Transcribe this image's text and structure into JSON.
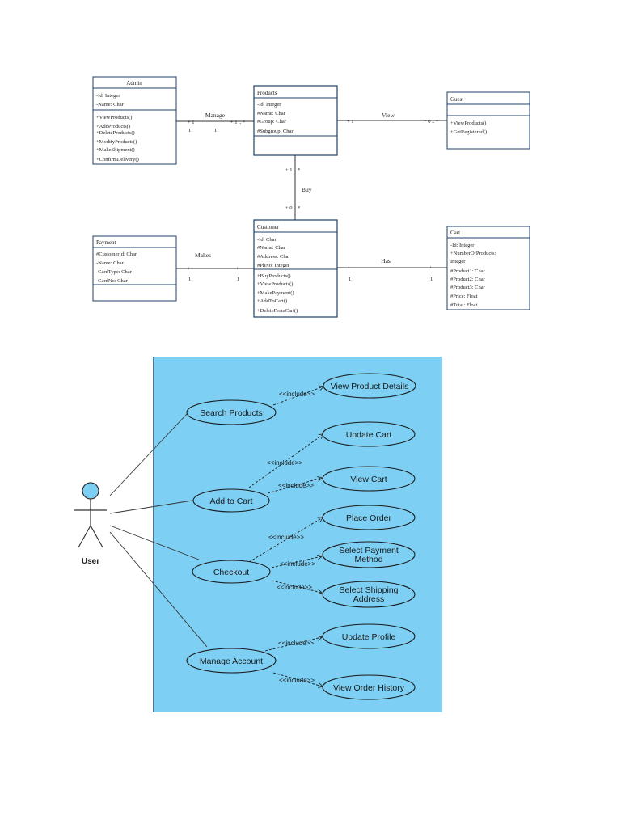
{
  "class_diagram": {
    "classes": {
      "admin": {
        "name": "Admin",
        "attributes": [
          "-Id: Integer",
          "-Name: Char"
        ],
        "methods": [
          "+ViewProducts()",
          "+AddProducts()",
          "+DeleteProducts()",
          "+ModifyProducts()",
          "+MakeShipment()",
          "+ConfirmDelivery()"
        ]
      },
      "products": {
        "name": "Products",
        "attributes": [
          "-Id: Integer",
          "#Name: Char",
          "#Group: Char",
          "#Subgroup: Char"
        ],
        "methods": []
      },
      "guest": {
        "name": "Guest",
        "attributes": [],
        "methods": [
          "+ViewProducts()",
          "+GetRegistered()"
        ]
      },
      "payment": {
        "name": "Payment",
        "attributes": [
          "#CustomerId: Char",
          "-Name: Char",
          "-CardType: Char",
          "-CardNo: Char"
        ],
        "methods": []
      },
      "customer": {
        "name": "Customer",
        "attributes": [
          "-Id: Char",
          "#Name: Char",
          "#Address: Char",
          "#PhNo: Integer"
        ],
        "methods": [
          "+BuyProducts()",
          "+ViewProducts()",
          "+MakePayment()",
          "+AddToCart()",
          "+DeleteFromCart()"
        ]
      },
      "cart": {
        "name": "Cart",
        "attributes": [
          "-Id: Integer",
          "+NumberOfProducts:",
          "Integer",
          "#Product1: Char",
          "#Product2: Char",
          "#Product3: Char",
          "#Price: Float",
          "#Total: Float"
        ],
        "methods": []
      }
    },
    "associations": {
      "manage": {
        "label": "Manage",
        "m1": "+ 1",
        "m1b": "1",
        "m2": "+ 1 .. *",
        "m2b": "1"
      },
      "view": {
        "label": "View",
        "m1": "+ 1",
        "m2": "+ 0 .. *"
      },
      "buy": {
        "label": "Buy",
        "m1": "+ 1 .. *",
        "m2": "+ 0 .. *"
      },
      "makes": {
        "label": "Makes",
        "m1": "+",
        "m1b": "1",
        "m2": "+",
        "m2b": "1"
      },
      "has": {
        "label": "Has",
        "m1": "+",
        "m1b": "1",
        "m2": "+",
        "m2b": "1"
      }
    }
  },
  "use_case_diagram": {
    "actor": "User",
    "include_label": "<<include>>",
    "use_cases": {
      "search_products": "Search Products",
      "view_product_details": "View Product Details",
      "add_to_cart": "Add to Cart",
      "update_cart": "Update Cart",
      "view_cart": "View Cart",
      "checkout": "Checkout",
      "place_order": "Place Order",
      "select_payment_1": "Select Payment",
      "select_payment_2": "Method",
      "select_shipping_1": "Select Shipping",
      "select_shipping_2": "Address",
      "manage_account": "Manage Account",
      "update_profile": "Update Profile",
      "view_order_history": "View Order History"
    },
    "colors": {
      "background": "#7dcff3",
      "border": "#1c4a6b",
      "actor_head": "#7dcff3"
    }
  }
}
